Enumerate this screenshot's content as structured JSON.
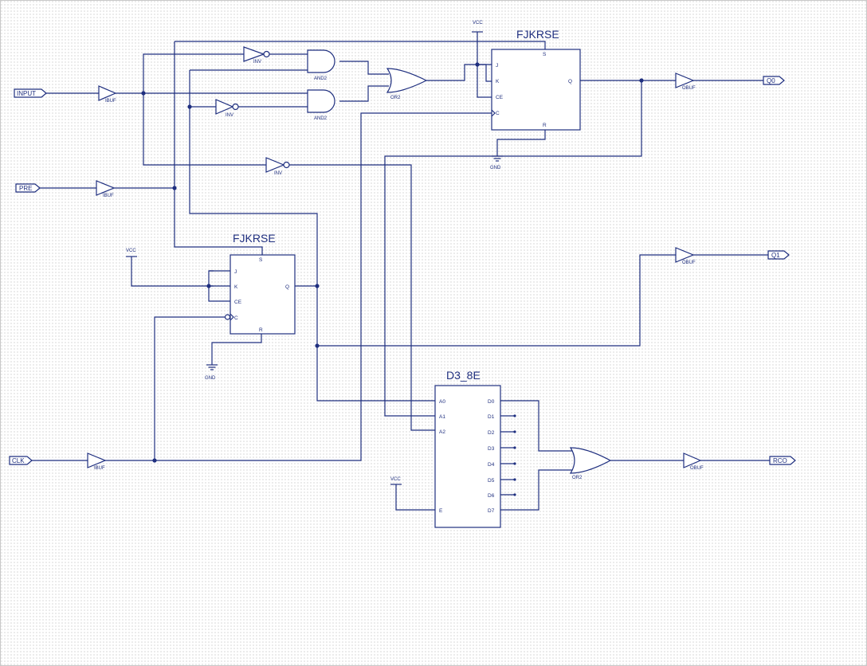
{
  "ports": {
    "input": "INPUT",
    "pre": "PRE",
    "clk": "CLK",
    "q0": "Q0",
    "q1": "Q1",
    "rco": "RCO"
  },
  "components": {
    "ff_top": {
      "title": "FJKRSE",
      "pins": [
        "J",
        "K",
        "CE",
        "C",
        "R",
        "Q",
        "S"
      ]
    },
    "ff_mid": {
      "title": "FJKRSE",
      "pins": [
        "J",
        "K",
        "CE",
        "C",
        "R",
        "Q",
        "S"
      ]
    },
    "decoder": {
      "title": "D3_8E",
      "inputs": [
        "A0",
        "A1",
        "A2",
        "E"
      ],
      "outputs": [
        "D0",
        "D1",
        "D2",
        "D3",
        "D4",
        "D5",
        "D6",
        "D7"
      ]
    },
    "ibuf": "IBUF",
    "obuf": "OBUF",
    "inv": "INV",
    "and2": "AND2",
    "or2": "OR2",
    "vcc": "VCC",
    "gnd": "GND"
  }
}
